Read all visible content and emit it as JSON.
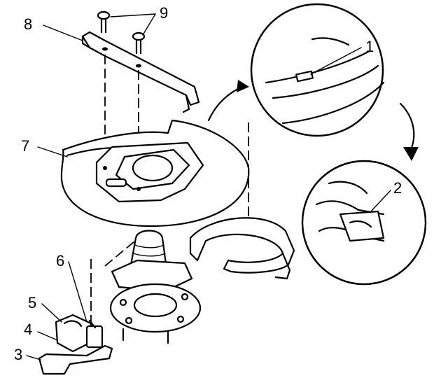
{
  "figure": {
    "callouts": [
      {
        "key": "c1",
        "label": "1"
      },
      {
        "key": "c2",
        "label": "2"
      },
      {
        "key": "c3",
        "label": "3"
      },
      {
        "key": "c4",
        "label": "4"
      },
      {
        "key": "c5",
        "label": "5"
      },
      {
        "key": "c6",
        "label": "6"
      },
      {
        "key": "c7",
        "label": "7"
      },
      {
        "key": "c8",
        "label": "8"
      },
      {
        "key": "c9",
        "label": "9"
      }
    ]
  }
}
